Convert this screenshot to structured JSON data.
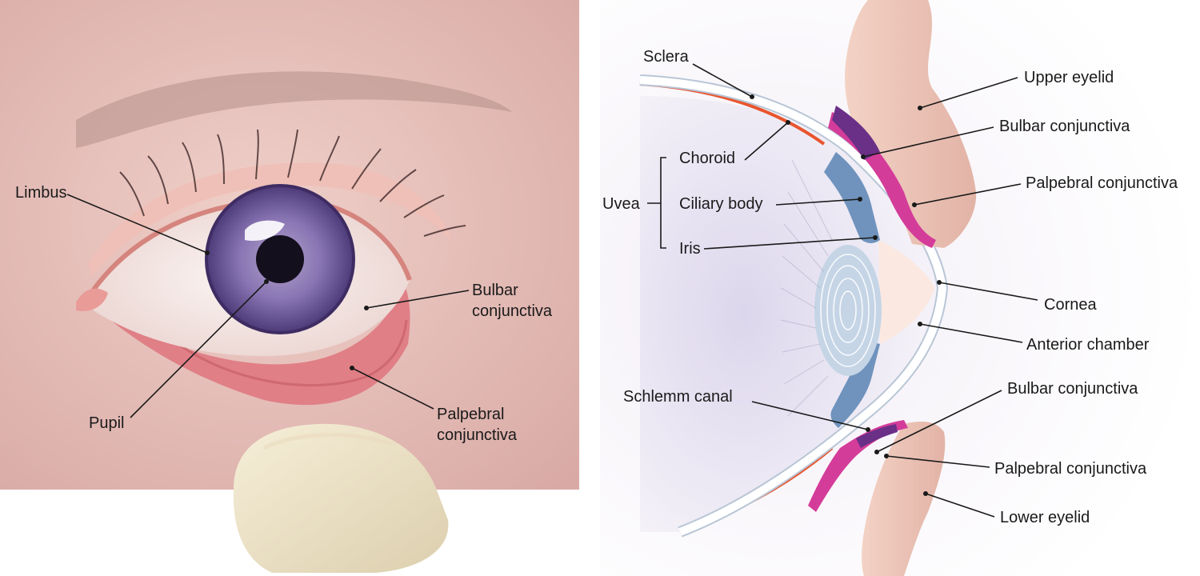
{
  "left_panel": {
    "labels": {
      "limbus": "Limbus",
      "pupil": "Pupil",
      "bulbar_conjunctiva_line1": "Bulbar",
      "bulbar_conjunctiva_line2": "conjunctiva",
      "palpebral_conjunctiva_line1": "Palpebral",
      "palpebral_conjunctiva_line2": "conjunctiva"
    }
  },
  "right_panel": {
    "labels": {
      "sclera": "Sclera",
      "choroid": "Choroid",
      "uvea": "Uvea",
      "ciliary_body": "Ciliary body",
      "iris": "Iris",
      "schlemm_canal": "Schlemm canal",
      "upper_eyelid": "Upper eyelid",
      "bulbar_conjunctiva_upper": "Bulbar conjunctiva",
      "palpebral_conjunctiva_upper": "Palpebral conjunctiva",
      "cornea": "Cornea",
      "anterior_chamber": "Anterior chamber",
      "bulbar_conjunctiva_lower": "Bulbar conjunctiva",
      "palpebral_conjunctiva_lower": "Palpebral conjunctiva",
      "lower_eyelid": "Lower eyelid"
    }
  },
  "colors": {
    "skin": "#e9c2bb",
    "conjunctiva_pink": "#e07f86",
    "iris_purple": "#7a64a8",
    "sclera_white": "#f8f3f2",
    "choroid_red": "#e8552e",
    "uvea_blue": "#6f93bd",
    "palpebral_magenta": "#d43c9a",
    "bulbar_purple": "#6a2f86",
    "lens_blue": "#c5d5e6"
  }
}
